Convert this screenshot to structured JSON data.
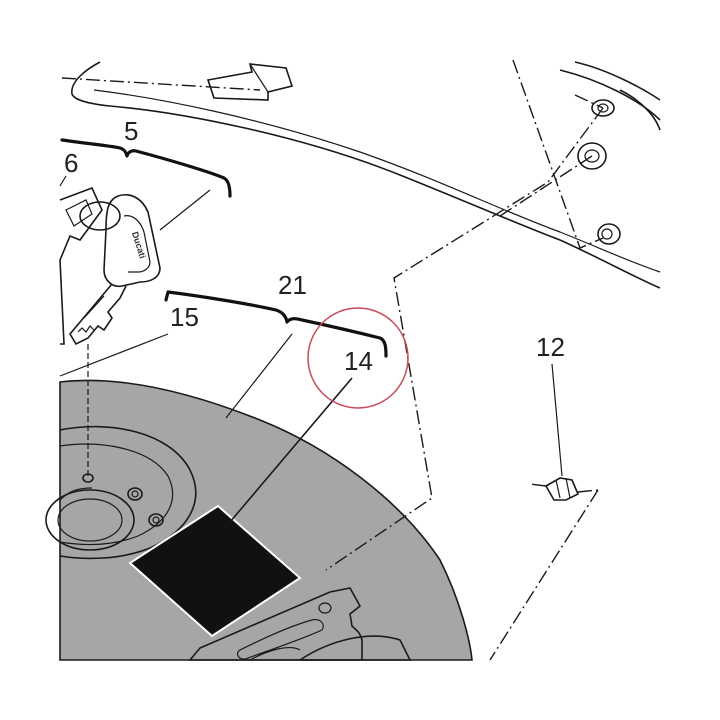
{
  "callouts": {
    "c5": "5",
    "c6": "6",
    "c21": "21",
    "c15": "15",
    "c14": "14",
    "c12": "12"
  },
  "colors": {
    "tank_fill": "#a6a6a6",
    "label_fill": "#111111",
    "highlight_circle": "#c94a5a"
  },
  "key_logo_text": "Ducati"
}
